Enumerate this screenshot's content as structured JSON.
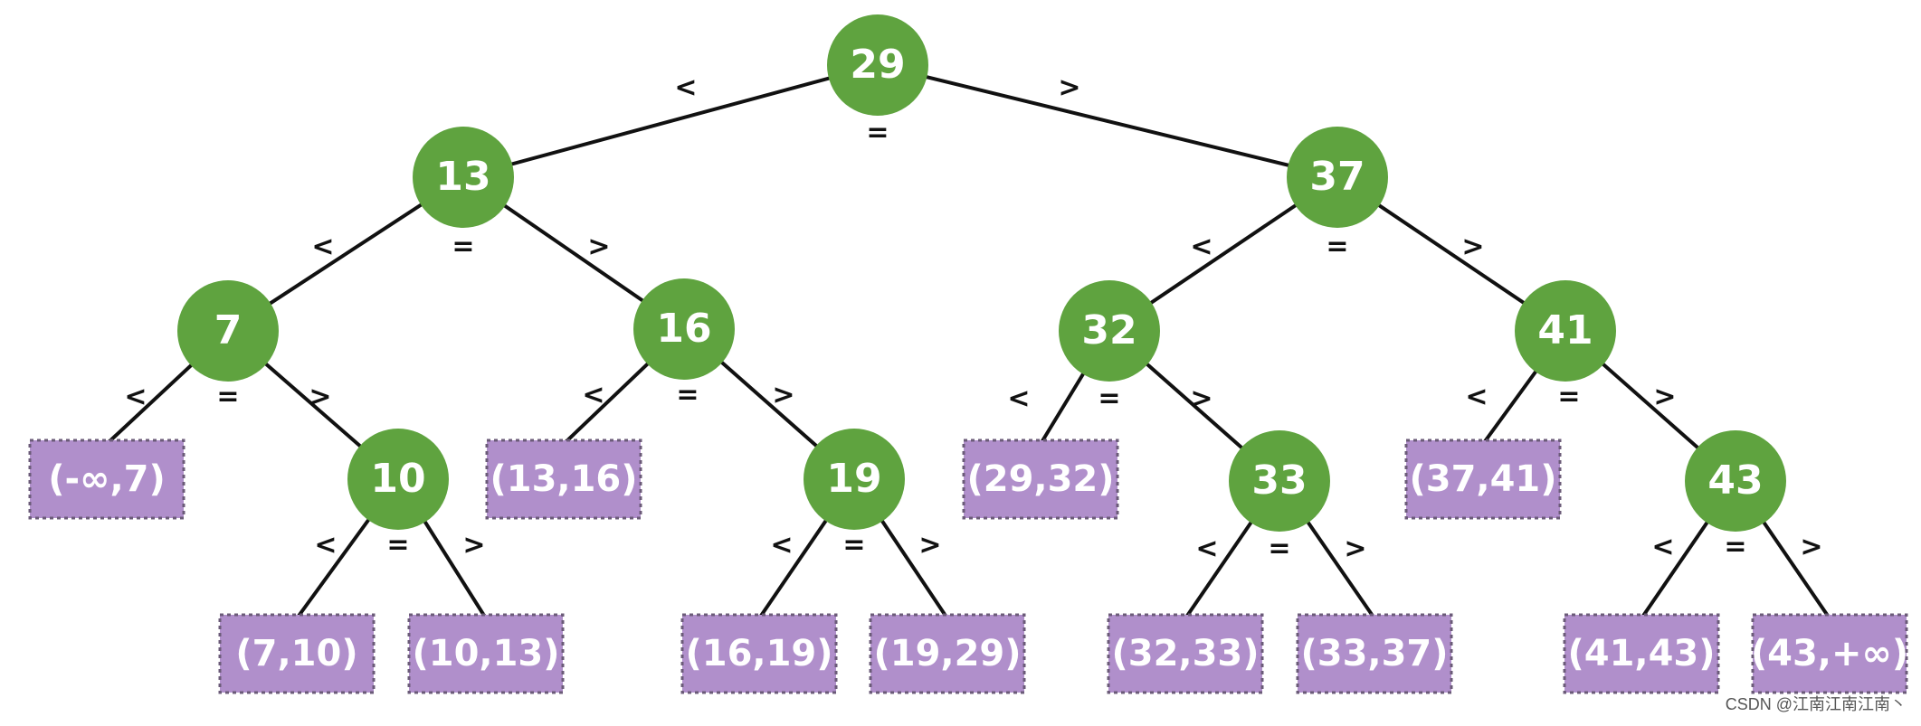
{
  "diagram": {
    "nodes": [
      {
        "id": "n29",
        "label": "29"
      },
      {
        "id": "n13",
        "label": "13"
      },
      {
        "id": "n37",
        "label": "37"
      },
      {
        "id": "n7",
        "label": "7"
      },
      {
        "id": "n16",
        "label": "16"
      },
      {
        "id": "n32",
        "label": "32"
      },
      {
        "id": "n41",
        "label": "41"
      },
      {
        "id": "n10",
        "label": "10"
      },
      {
        "id": "n19",
        "label": "19"
      },
      {
        "id": "n33",
        "label": "33"
      },
      {
        "id": "n43",
        "label": "43"
      }
    ],
    "leaves": [
      {
        "id": "l-inf-7",
        "label": "(-∞,7)"
      },
      {
        "id": "l13-16",
        "label": "(13,16)"
      },
      {
        "id": "l29-32",
        "label": "(29,32)"
      },
      {
        "id": "l37-41",
        "label": "(37,41)"
      },
      {
        "id": "l7-10",
        "label": "(7,10)"
      },
      {
        "id": "l10-13",
        "label": "(10,13)"
      },
      {
        "id": "l16-19",
        "label": "(16,19)"
      },
      {
        "id": "l19-29",
        "label": "(19,29)"
      },
      {
        "id": "l32-33",
        "label": "(32,33)"
      },
      {
        "id": "l33-37",
        "label": "(33,37)"
      },
      {
        "id": "l41-43",
        "label": "(41,43)"
      },
      {
        "id": "l43-inf",
        "label": "(43,+∞)"
      }
    ],
    "edges": [
      {
        "from": "n29",
        "to": "n13"
      },
      {
        "from": "n29",
        "to": "n37"
      },
      {
        "from": "n13",
        "to": "n7"
      },
      {
        "from": "n13",
        "to": "n16"
      },
      {
        "from": "n37",
        "to": "n32"
      },
      {
        "from": "n37",
        "to": "n41"
      },
      {
        "from": "n7",
        "to": "l-inf-7"
      },
      {
        "from": "n7",
        "to": "n10"
      },
      {
        "from": "n16",
        "to": "l13-16"
      },
      {
        "from": "n16",
        "to": "n19"
      },
      {
        "from": "n32",
        "to": "l29-32"
      },
      {
        "from": "n32",
        "to": "n33"
      },
      {
        "from": "n41",
        "to": "l37-41"
      },
      {
        "from": "n41",
        "to": "n43"
      },
      {
        "from": "n10",
        "to": "l7-10"
      },
      {
        "from": "n10",
        "to": "l10-13"
      },
      {
        "from": "n19",
        "to": "l16-19"
      },
      {
        "from": "n19",
        "to": "l19-29"
      },
      {
        "from": "n33",
        "to": "l32-33"
      },
      {
        "from": "n33",
        "to": "l33-37"
      },
      {
        "from": "n43",
        "to": "l41-43"
      },
      {
        "from": "n43",
        "to": "l43-inf"
      }
    ],
    "symbols": {
      "lt": "<",
      "eq": "=",
      "gt": ">"
    },
    "colors": {
      "node": "#5fa33f",
      "leaf": "#b08fcb",
      "edge": "#111111",
      "text": "#ffffff"
    }
  },
  "watermark": "CSDN @江南江南江南丶"
}
